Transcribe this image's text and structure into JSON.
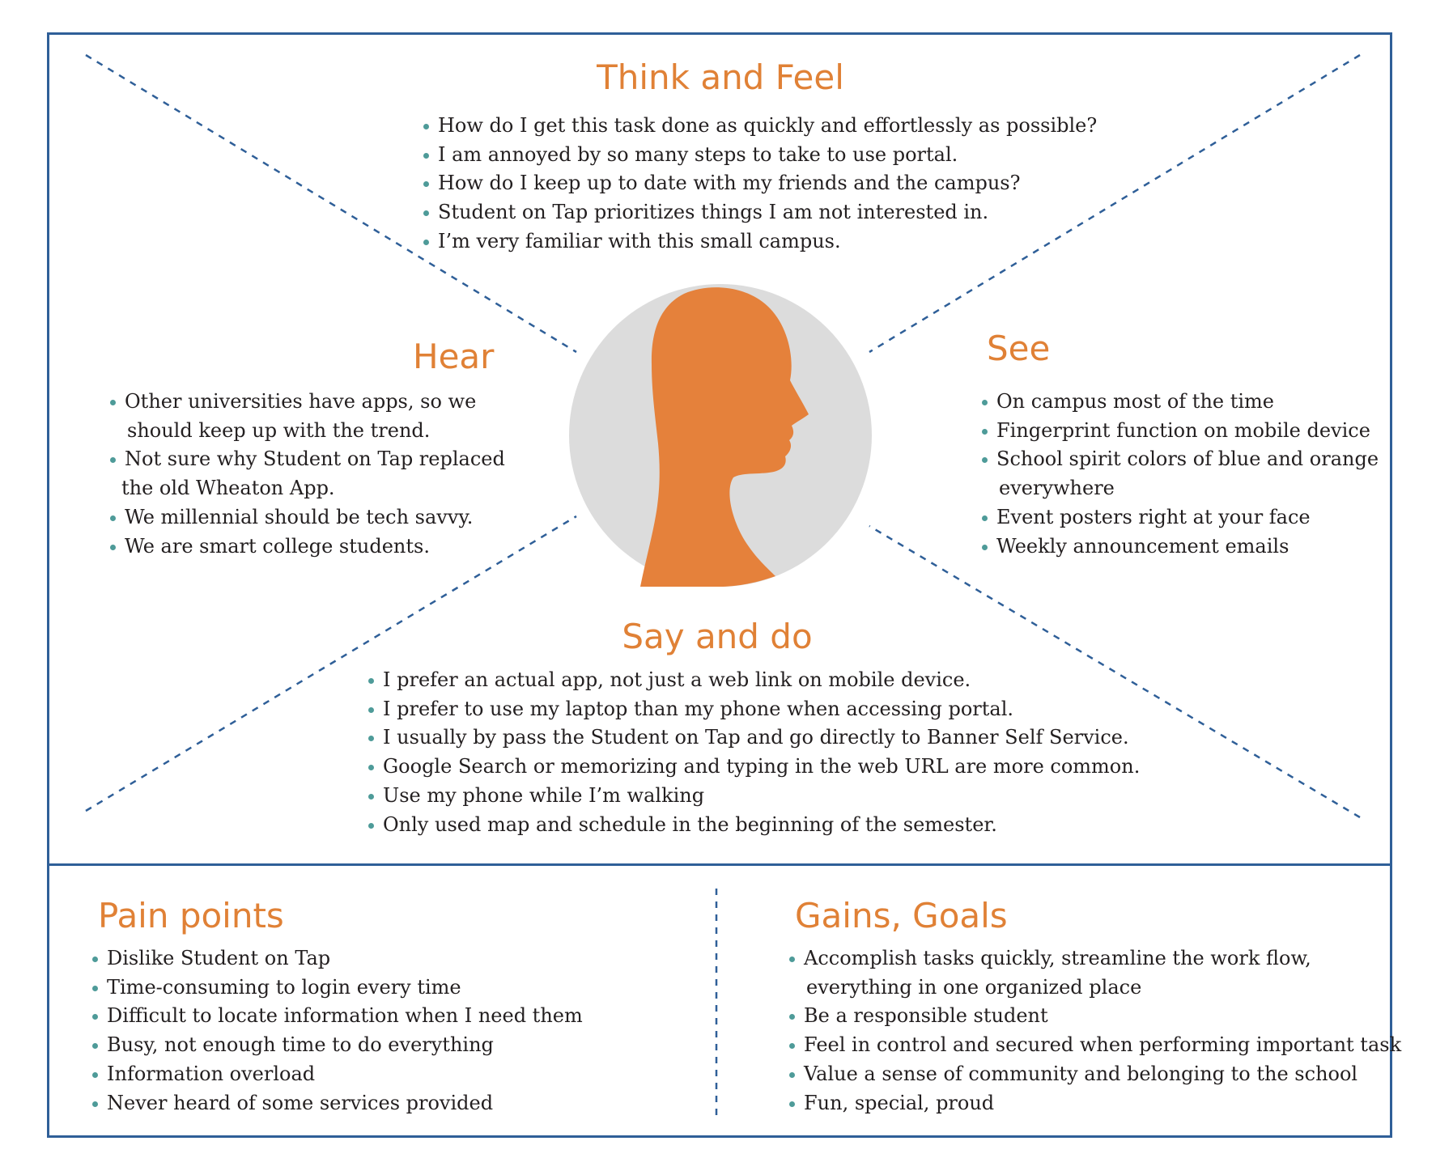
{
  "colors": {
    "frame": "#2f5f98",
    "heading": "#e08136",
    "bullet": "#4e9b99",
    "avatar_circle": "#dcdcdc",
    "avatar_silhouette": "#e5813b",
    "text": "#231f20"
  },
  "icons": {
    "avatar": "person-head-silhouette-icon"
  },
  "think_and_feel": {
    "heading": "Think and Feel",
    "items": [
      "How do I get this task done as quickly and effortlessly as possible?",
      "I am annoyed by so many steps to take to use portal.",
      "How do I keep up to date with my friends and the campus?",
      "Student on Tap prioritizes things I am not interested in.",
      "I’m very familiar with this small campus."
    ]
  },
  "hear": {
    "heading": "Hear",
    "items": [
      {
        "line1": "Other universities have apps, so we",
        "line2": "should keep up with the trend."
      },
      {
        "line1": "Not sure why Student on Tap replaced",
        "line2": "the old Wheaton App."
      },
      {
        "line1": "We millennial should be tech savvy.",
        "line2": ""
      },
      {
        "line1": "We are smart college students.",
        "line2": ""
      }
    ]
  },
  "see": {
    "heading": "See",
    "items": [
      {
        "line1": "On campus most of the time",
        "line2": ""
      },
      {
        "line1": "Fingerprint function on mobile device",
        "line2": ""
      },
      {
        "line1": "School spirit colors of blue and orange",
        "line2": "everywhere"
      },
      {
        "line1": "Event posters right at your face",
        "line2": ""
      },
      {
        "line1": "Weekly announcement emails",
        "line2": ""
      }
    ]
  },
  "say_and_do": {
    "heading": "Say and do",
    "items": [
      "I prefer an actual app, not just a web link on mobile device.",
      "I prefer to use my laptop than my phone when accessing portal.",
      "I usually by pass the Student on Tap and go directly to Banner Self Service.",
      "Google Search or memorizing and typing in the web URL are more common.",
      "Use my phone while I’m walking",
      "Only used map and schedule in the beginning of the semester."
    ]
  },
  "pain_points": {
    "heading": "Pain points",
    "items": [
      "Dislike Student on Tap",
      "Time-consuming to login every time",
      "Difficult to locate information when I need them",
      "Busy, not enough time to do everything",
      "Information overload",
      "Never heard of some services provided"
    ]
  },
  "gains_goals": {
    "heading": "Gains, Goals",
    "items": [
      {
        "line1": "Accomplish tasks quickly, streamline the work flow,",
        "line2": "everything in one organized place"
      },
      {
        "line1": "Be a responsible student",
        "line2": ""
      },
      {
        "line1": "Feel in control and secured when performing important task",
        "line2": ""
      },
      {
        "line1": "Value a sense of community and belonging to the school",
        "line2": ""
      },
      {
        "line1": "Fun, special, proud",
        "line2": ""
      }
    ]
  }
}
